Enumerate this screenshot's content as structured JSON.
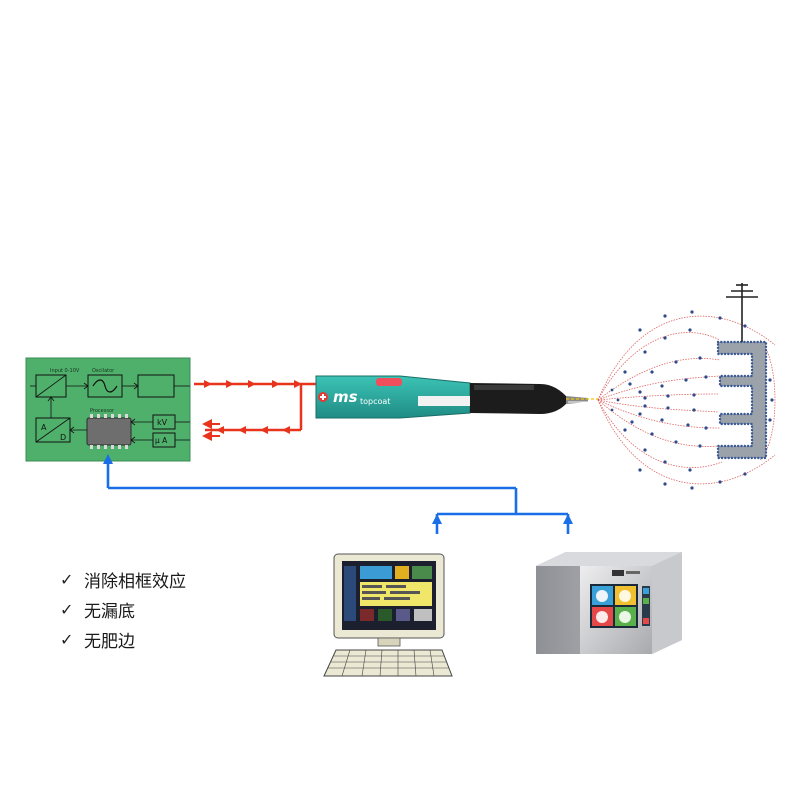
{
  "controller_board": {
    "input_label": "Input 0-10V",
    "oscillator_label": "Oscilator",
    "processor_label": "Processor",
    "a_label": "A",
    "d_label": "D",
    "kv_label": "kV",
    "ua_label": "µ A"
  },
  "spray_gun": {
    "brand": "ms",
    "product": "topcoat"
  },
  "benefits": [
    "消除相框效应",
    "无漏底",
    "无肥边"
  ],
  "icons": {
    "check": "checkmark-icon",
    "ground": "ground-icon",
    "computer": "computer-icon",
    "control_unit": "control-unit-icon"
  },
  "colors": {
    "board_green": "#4fb06c",
    "hv_signal": "#e8341c",
    "feedback_line": "#1a6fe8",
    "gun_teal": "#2ba59c",
    "field_line": "#d64a4a",
    "particle": "#2f4a8a"
  }
}
